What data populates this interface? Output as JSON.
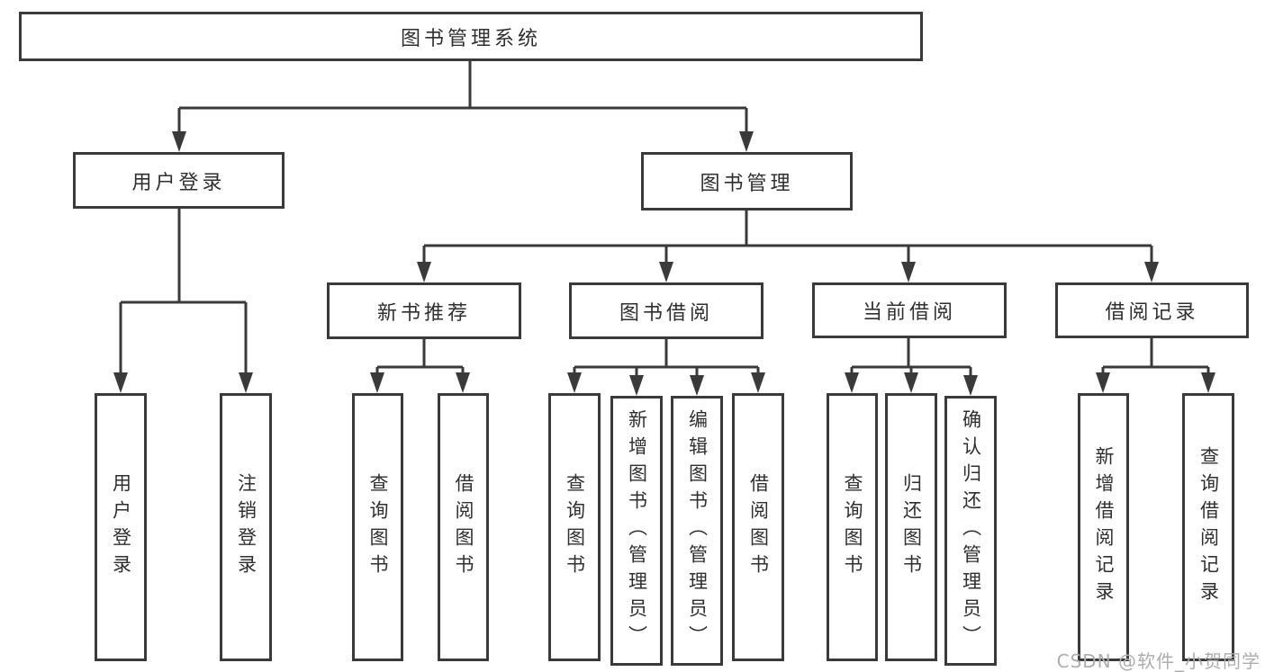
{
  "colors": {
    "line": "#3a3a3a",
    "text": "#2f2f2f",
    "bg": "#ffffff",
    "watermark": "#adadad"
  },
  "watermark": {
    "text": "CSDN @软件_小贺同学"
  },
  "tree": {
    "label": "图书管理系统",
    "children": [
      {
        "label": "用户登录",
        "children": [
          {
            "label": "用户登录"
          },
          {
            "label": "注销登录"
          }
        ]
      },
      {
        "label": "图书管理",
        "children": [
          {
            "label": "新书推荐",
            "children": [
              {
                "label": "查询图书"
              },
              {
                "label": "借阅图书"
              }
            ]
          },
          {
            "label": "图书借阅",
            "children": [
              {
                "label": "查询图书"
              },
              {
                "label": "新增图书（管理员）"
              },
              {
                "label": "编辑图书（管理员）"
              },
              {
                "label": "借阅图书"
              }
            ]
          },
          {
            "label": "当前借阅",
            "children": [
              {
                "label": "查询图书"
              },
              {
                "label": "归还图书"
              },
              {
                "label": "确认归还（管理员）"
              }
            ]
          },
          {
            "label": "借阅记录",
            "children": [
              {
                "label": "新增借阅记录"
              },
              {
                "label": "查询借阅记录"
              }
            ]
          }
        ]
      }
    ]
  }
}
